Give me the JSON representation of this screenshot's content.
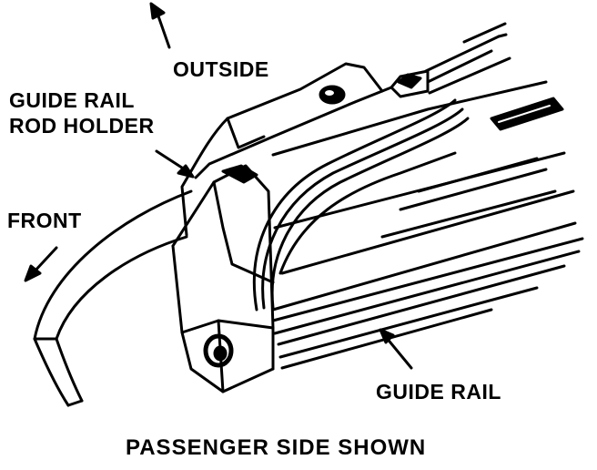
{
  "labels": {
    "outside": "OUTSIDE",
    "rod_holder_line1": "GUIDE RAIL",
    "rod_holder_line2": "ROD HOLDER",
    "front": "FRONT",
    "guide_rail": "GUIDE RAIL"
  },
  "caption": "PASSENGER SIDE SHOWN",
  "colors": {
    "ink": "#000000",
    "paper": "#ffffff"
  }
}
